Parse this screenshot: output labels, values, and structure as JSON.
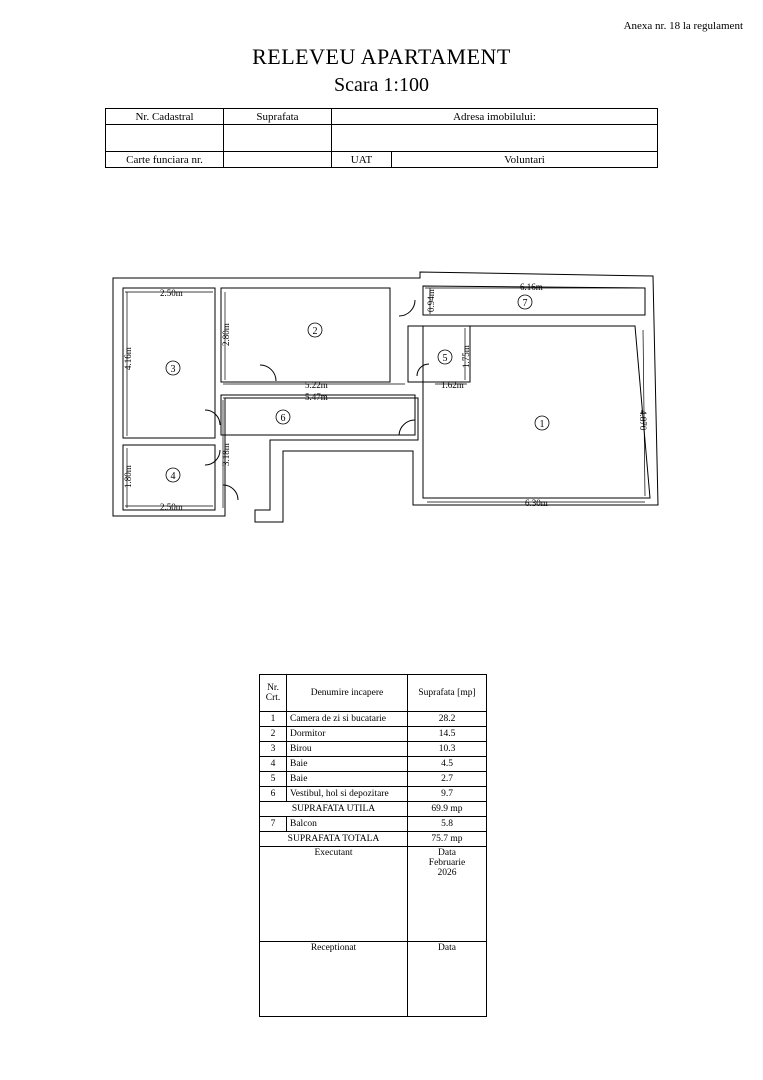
{
  "header": {
    "annex": "Anexa nr. 18 la regulament",
    "title": "RELEVEU APARTAMENT",
    "scale": "Scara 1:100"
  },
  "info_table": {
    "nr_cadastral_label": "Nr. Cadastral",
    "suprafata_label": "Suprafata",
    "adresa_label": "Adresa imobilului:",
    "carte_funciara_label": "Carte funciara nr.",
    "uat_label": "UAT",
    "uat_value": "Voluntari"
  },
  "plan": {
    "dimensions": [
      "2.50m",
      "2.80m",
      "4.16m",
      "5.22m",
      "5.47m",
      "3.18m",
      "1.80m",
      "2.50m",
      "6.16m",
      "0.94m",
      "1.75m",
      "1.62m",
      "6.30m",
      "4.870"
    ],
    "room_numbers": [
      "1",
      "2",
      "3",
      "4",
      "5",
      "6",
      "7"
    ]
  },
  "rooms_table": {
    "col_nr": "Nr. Crt.",
    "col_name": "Denumire incapere",
    "col_area": "Suprafata [mp]",
    "rows": [
      {
        "nr": "1",
        "name": "Camera de zi si bucatarie",
        "area": "28.2"
      },
      {
        "nr": "2",
        "name": "Dormitor",
        "area": "14.5"
      },
      {
        "nr": "3",
        "name": "Birou",
        "area": "10.3"
      },
      {
        "nr": "4",
        "name": "Baie",
        "area": "4.5"
      },
      {
        "nr": "5",
        "name": "Baie",
        "area": "2.7"
      },
      {
        "nr": "6",
        "name": "Vestibul, hol si depozitare",
        "area": "9.7"
      }
    ],
    "useful_label": "SUPRAFATA UTILA",
    "useful_value": "69.9 mp",
    "balcony": {
      "nr": "7",
      "name": "Balcon",
      "area": "5.8"
    },
    "total_label": "SUPRAFATA TOTALA",
    "total_value": "75.7 mp",
    "executant_label": "Executant",
    "data_label": "Data",
    "data_month": "Februarie",
    "data_year": "2026",
    "receptionat_label": "Receptionat",
    "data_label_2": "Data"
  }
}
